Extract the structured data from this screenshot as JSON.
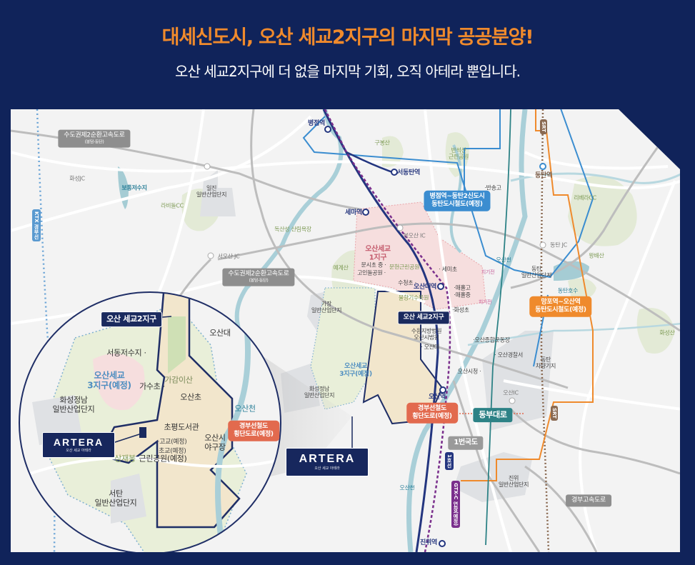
{
  "header": {
    "title": "대세신도시, 오산 세교2지구의 마지막 공공분양!",
    "subtitle": "오산 세교2지구에 더 없을 마지막 기회, 오직 아테라 뿐입니다."
  },
  "colors": {
    "background": "#10235a",
    "title": "#f08a2c",
    "map_bg": "#f3f3f3",
    "line1_navy": "#23357f",
    "gtx_purple": "#7a2f8c",
    "dongtan_blue": "#3b8dd0",
    "mangpo_orange": "#ef8a2c",
    "srt_brown": "#8a6a52",
    "river": "#a9cfd8"
  },
  "map": {
    "road_tags": {
      "sudo_ring_1": {
        "name": "수도권제2순환고속도로",
        "sub": "(봉담-동탄)"
      },
      "sudo_ring_2": {
        "name": "수도권제2순환고속도로",
        "sub": "(봉담-동탄)"
      },
      "gyeongbu_expressway": "경부고속도로",
      "route1": "1번국도",
      "dongbu_daero": "동부대로"
    },
    "project_tags": {
      "dongtan_line": {
        "name": "병점역~동탄2신도시",
        "sub": "동탄도시철도(예정)"
      },
      "mangpo_line": {
        "name": "망포역~오산역",
        "sub": "동탄도시철도(예정)"
      },
      "gyeongbu_crossing": {
        "name": "경부선철도",
        "sub": "횡단도로(예정)"
      },
      "segyo2_main": "오산 세교2지구",
      "segyo2_inset": "오산 세교2지구"
    },
    "rail_tags": {
      "ktx": "KTX 경부선",
      "srt_top": "SRT",
      "srt_bottom": "SRT",
      "line1": "1호선",
      "gtx": "GTX-C 연장(예정)"
    },
    "stations": {
      "byeongjeom": "병점역",
      "seodongtan": "서동탄역",
      "sema": "세마역",
      "osan_univ": "오산대역",
      "osan": "오산역",
      "jinwi": "진위역",
      "dongtan": "동탄역"
    },
    "junctions": {
      "hwaseong_jc": "화성JC",
      "seoosan_jc": "서오산 JC",
      "bugosan_ic": "북오산 IC",
      "dongtan_jc": "동탄 JC",
      "osan_ic": "오산IC"
    },
    "places": {
      "botong_reservoir": "보통저수지",
      "rabelle_cc": "라비돌CC",
      "iljin_industrial": "일진\n일반산업단지",
      "doksan_forest": "독산성 산림욕장",
      "gubong_mt": "구봉산",
      "banseok_park": "반석산\n근린공원",
      "banseong_hs": "·반송고",
      "rivera_cc": "리베라CC",
      "hwangbae_mt": "왕배산",
      "dongtan_lake": "동탄호수",
      "dongtan_industrial": "동탄\n일반산업단지",
      "dongtan_depot": "동탄\n차량기지",
      "hwaseong_mt": "화성산",
      "segyo1": "오산세교\n1지구",
      "yegye_mt": "예계산",
      "munsi_school": "문시초 중 ·",
      "goindol_park": "고인돌공원 ·",
      "munhyeon_park": "문현근린공원",
      "semi_school": "· 세미초",
      "sucheong_school": "수청초 ·",
      "mulhyang_arboretum": "물향기수목원",
      "maeol_hs": "·매홀고",
      "maeol_ms": "·매홀중",
      "hwaseong_school": "·화성초",
      "gajang_industrial": "가장\n일반산업단지",
      "court": "수원지방법원\n오산시법원",
      "osan_univ_place": "· 오산대",
      "stadium": "·오산종합운동장",
      "police": "· 오산경찰서",
      "city_hall": "오산시청 ·",
      "osancheon_1": "오산천",
      "osancheon_2": "오산천",
      "segyo3": "오산세교\n3지구(예정)",
      "hwaseong_jeongnam_1": "화성정남\n일반산업단지",
      "jinwi_industrial": "진위\n일반산업단지",
      "chigijen_1": "치기전",
      "chigijen_2": "치기전"
    },
    "inset": {
      "seodong_reservoir": "서동저수지 ·",
      "segyo3": "오산세교\n3지구(예정)",
      "gagam_mt": "가감이산",
      "gasu_school": "가수초 ·",
      "osan_school": "오산초",
      "osan_univ": "오산대",
      "osancheon": "오산천",
      "library": "초평도서관",
      "ballpark": "오산시\n야구장",
      "high_school": "·고교(예정)",
      "elem_school": "·초교(예정)",
      "park": "근린공원(예정)",
      "sangjae_mt": "상재봉",
      "hwaseong_jeongnam": "화성정남\n일반산업단지",
      "seotan_industrial": "서탄\n일반산업단지"
    },
    "artera": {
      "brand": "ARTERA",
      "sub": "오산 세교 아테라"
    }
  }
}
